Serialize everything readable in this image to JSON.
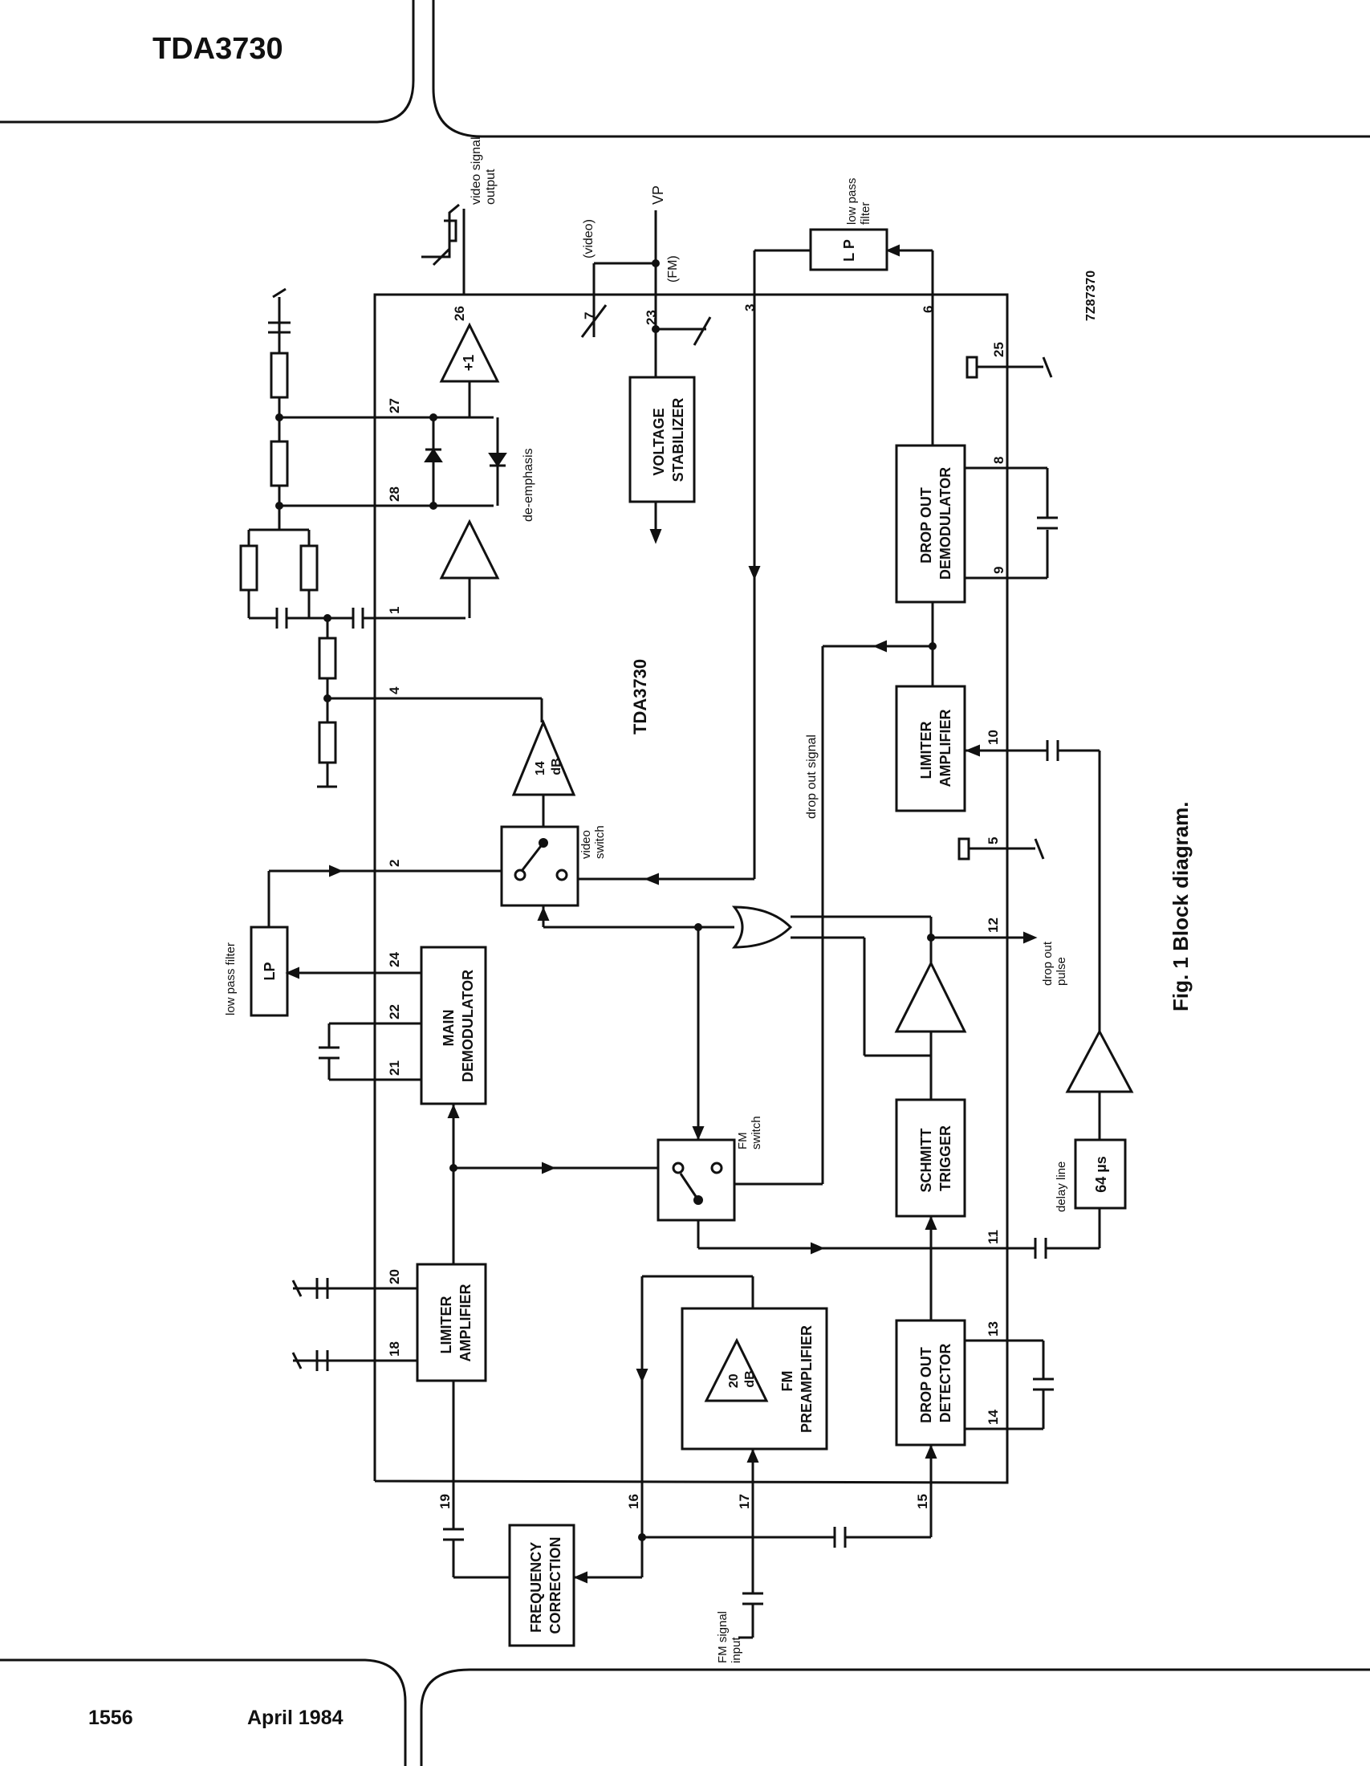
{
  "header": {
    "part_number": "TDA3730"
  },
  "footer": {
    "page_number": "1556",
    "date": "April 1984"
  },
  "diagram": {
    "code": "7Z87370",
    "chip_label": "TDA3730",
    "caption": "Fig. 1  Block diagram.",
    "blocks": {
      "voltage_stabilizer": [
        "VOLTAGE",
        "STABILIZER"
      ],
      "drop_out_demodulator": [
        "DROP OUT",
        "DEMODULATOR"
      ],
      "limiter_amplifier_right": [
        "LIMITER",
        "AMPLIFIER"
      ],
      "main_demodulator": [
        "MAIN",
        "DEMODULATOR"
      ],
      "limiter_amplifier_left": [
        "LIMITER",
        "AMPLIFIER"
      ],
      "schmitt_trigger": [
        "SCHMITT",
        "TRIGGER"
      ],
      "drop_out_detector": [
        "DROP OUT",
        "DETECTOR"
      ],
      "fm_preamplifier": [
        "FM",
        "PREAMPLIFIER"
      ],
      "frequency_correction": [
        "FREQUENCY",
        "CORRECTION"
      ],
      "lp_top": "L P",
      "lp_left": "LP",
      "delay": "64 µs",
      "amp_gain_14": [
        "14",
        "dB"
      ],
      "amp_gain_20": [
        "20",
        "dB"
      ],
      "buffer_gain": "+1"
    },
    "labels": {
      "video_signal_output": [
        "video signal",
        "output"
      ],
      "vp": "VP",
      "video_paren": "(video)",
      "fm_paren": "(FM)",
      "low_pass_filter_top": [
        "low pass",
        "filter"
      ],
      "low_pass_filter_left": "low pass filter",
      "de_emphasis": "de-emphasis",
      "drop_out_signal": "drop out signal",
      "video_switch": [
        "video",
        "switch"
      ],
      "fm_switch": [
        "FM",
        "switch"
      ],
      "drop_out_pulse": [
        "drop out",
        "pulse"
      ],
      "delay_line": "delay line",
      "fm_signal_input": [
        "FM signal",
        "input"
      ]
    },
    "pins": [
      "26",
      "7",
      "23",
      "3",
      "6",
      "25",
      "27",
      "28",
      "8",
      "9",
      "1",
      "4",
      "10",
      "5",
      "2",
      "12",
      "24",
      "22",
      "21",
      "20",
      "18",
      "11",
      "13",
      "14",
      "19",
      "16",
      "17",
      "15"
    ]
  }
}
